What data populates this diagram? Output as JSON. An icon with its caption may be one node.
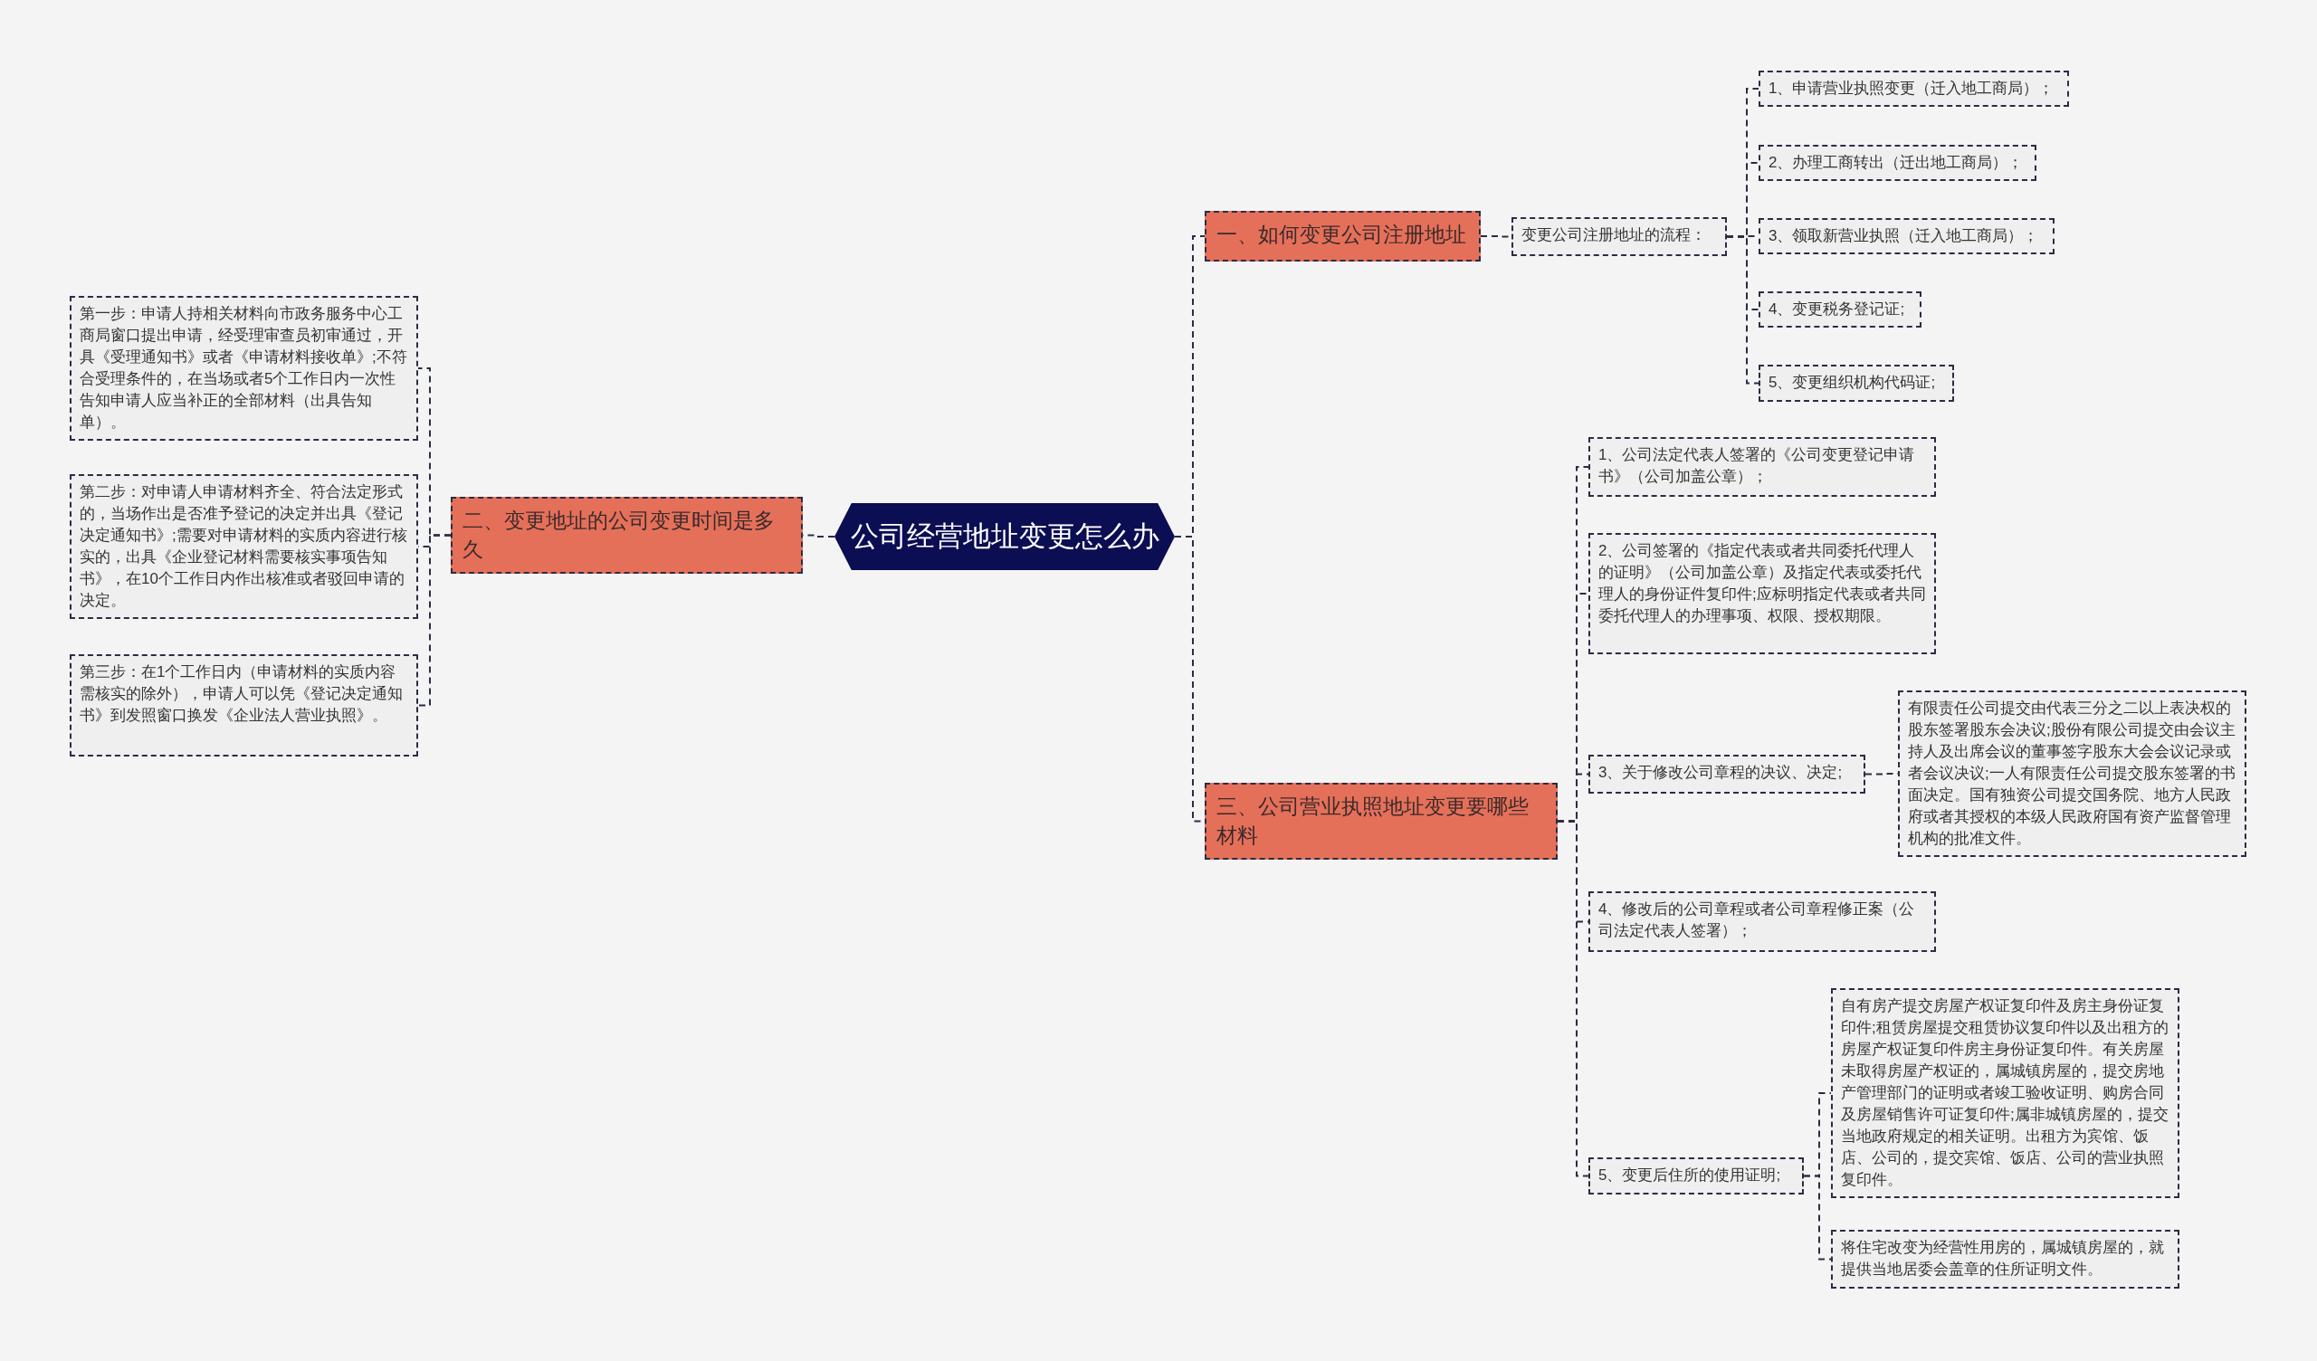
{
  "diagram": {
    "nodes": [
      {
        "text": [
          "公司经营地址变更怎么办"
        ]
      },
      {
        "text": [
          "一、如何变更公司注册地址"
        ]
      },
      {
        "text": [
          "变更公司注册地址的流程："
        ]
      },
      {
        "text": [
          "1、申请营业执照变更（迁入地工商局）；"
        ]
      },
      {
        "text": [
          "2、办理工商转出（迁出地工商局）；"
        ]
      },
      {
        "text": [
          "3、领取新营业执照（迁入地工商局）；"
        ]
      },
      {
        "text": [
          "4、变更税务登记证;"
        ]
      },
      {
        "text": [
          "5、变更组织机构代码证;"
        ]
      },
      {
        "text": [
          "二、变更地址的公司变更时间是多久"
        ]
      },
      {
        "text": [
          "第一步：申请人持相关材料向市政务服务中心工商局窗口提出申请，经受理审查员初审通过，开具《受理通知书》或者《申请材料接收单》;不符合受理条件的，在当场或者5个工作日内一次性告知申请人应当补正的全部材料（出具告知单）。"
        ]
      },
      {
        "text": [
          "第二步：对申请人申请材料齐全、符合法定形式的，当场作出是否准予登记的决定并出具《登记决定通知书》;需要对申请材料的实质内容进行核实的，出具《企业登记材料需要核实事项告知书》，在10个工作日内作出核准或者驳回申请的决定。"
        ]
      },
      {
        "text": [
          "第三步：在1个工作日内（申请材料的实质内容需核实的除外），申请人可以凭《登记决定通知书》到发照窗口换发《企业法人营业执照》。"
        ]
      },
      {
        "text": [
          "三、公司营业执照地址变更要哪些材料"
        ]
      },
      {
        "text": [
          "1、公司法定代表人签署的《公司变更登记申请书》（公司加盖公章）；"
        ]
      },
      {
        "text": [
          "2、公司签署的《指定代表或者共同委托代理人的证明》（公司加盖公章）及指定代表或委托代理人的身份证件复印件;应标明指定代表或者共同委托代理人的办理事项、权限、授权期限。"
        ]
      },
      {
        "text": [
          "3、关于修改公司章程的决议、决定;"
        ]
      },
      {
        "text": [
          "有限责任公司提交由代表三分之二以上表决权的股东签署股东会决议;股份有限公司提交由会议主持人及出席会议的董事签字股东大会会议记录或者会议决议;一人有限责任公司提交股东签署的书面决定。国有独资公司提交国务院、地方人民政府或者其授权的本级人民政府国有资产监督管理机构的批准文件。"
        ]
      },
      {
        "text": [
          "4、修改后的公司章程或者公司章程修正案（公司法定代表人签署）；"
        ]
      },
      {
        "text": [
          "5、变更后住所的使用证明;"
        ]
      },
      {
        "text": [
          "自有房产提交房屋产权证复印件及房主身份证复印件;租赁房屋提交租赁协议复印件以及出租方的房屋产权证复印件房主身份证复印件。有关房屋未取得房屋产权证的，属城镇房屋的，提交房地产管理部门的证明或者竣工验收证明、购房合同及房屋销售许可证复印件;属非城镇房屋的，提交当地政府规定的相关证明。出租方为宾馆、饭店、公司的，提交宾馆、饭店、公司的营业执照复印件。"
        ]
      },
      {
        "text": [
          "将住宅改变为经营性用房的，属城镇房屋的，就提供当地居委会盖章的住所证明文件。"
        ]
      }
    ],
    "edges": [
      {
        "from": 0,
        "to": 1,
        "arrow": "none"
      },
      {
        "from": 1,
        "to": 2,
        "arrow": "none"
      },
      {
        "from": 2,
        "to": 3,
        "arrow": "none"
      },
      {
        "from": 2,
        "to": 4,
        "arrow": "none"
      },
      {
        "from": 2,
        "to": 5,
        "arrow": "none"
      },
      {
        "from": 2,
        "to": 6,
        "arrow": "none"
      },
      {
        "from": 2,
        "to": 7,
        "arrow": "none"
      },
      {
        "from": 0,
        "to": 8,
        "arrow": "none"
      },
      {
        "from": 8,
        "to": 9,
        "arrow": "none"
      },
      {
        "from": 8,
        "to": 10,
        "arrow": "none"
      },
      {
        "from": 8,
        "to": 11,
        "arrow": "none"
      },
      {
        "from": 0,
        "to": 12,
        "arrow": "none"
      },
      {
        "from": 12,
        "to": 13,
        "arrow": "none"
      },
      {
        "from": 12,
        "to": 14,
        "arrow": "none"
      },
      {
        "from": 12,
        "to": 15,
        "arrow": "none"
      },
      {
        "from": 15,
        "to": 16,
        "arrow": "none"
      },
      {
        "from": 12,
        "to": 17,
        "arrow": "none"
      },
      {
        "from": 12,
        "to": 18,
        "arrow": "none"
      },
      {
        "from": 18,
        "to": 19,
        "arrow": "none"
      },
      {
        "from": 18,
        "to": 20,
        "arrow": "none"
      }
    ]
  }
}
